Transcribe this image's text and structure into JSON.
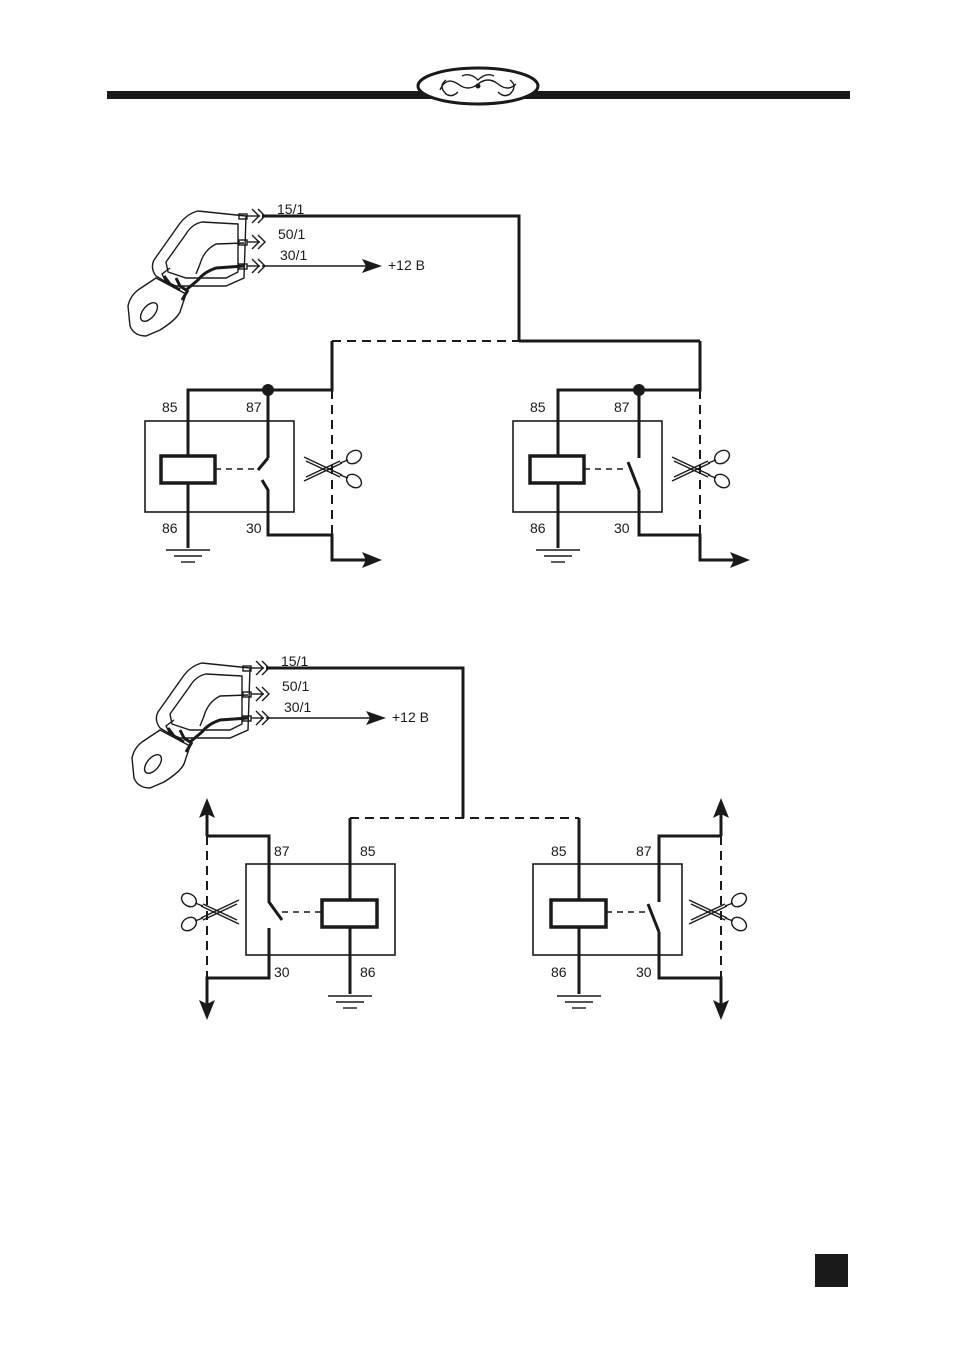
{
  "diagram1": {
    "ignition": {
      "terminals": [
        "15/1",
        "50/1",
        "30/1"
      ],
      "supply": "+12 В"
    },
    "relay_left": {
      "pin85": "85",
      "pin87": "87",
      "pin86": "86",
      "pin30": "30"
    },
    "relay_right": {
      "pin85": "85",
      "pin87": "87",
      "pin86": "86",
      "pin30": "30"
    }
  },
  "diagram2": {
    "ignition": {
      "terminals": [
        "15/1",
        "50/1",
        "30/1"
      ],
      "supply": "+12 В"
    },
    "relay_left": {
      "pin87": "87",
      "pin85": "85",
      "pin30": "30",
      "pin86": "86"
    },
    "relay_right": {
      "pin85": "85",
      "pin87": "87",
      "pin86": "86",
      "pin30": "30"
    }
  },
  "colors": {
    "ink": "#1a1a1a",
    "page_marker": "#1a1a1a"
  },
  "icons": [
    "ornament-icon",
    "ignition-key-icon",
    "scissors-icon",
    "ground-icon",
    "arrow-icon"
  ]
}
